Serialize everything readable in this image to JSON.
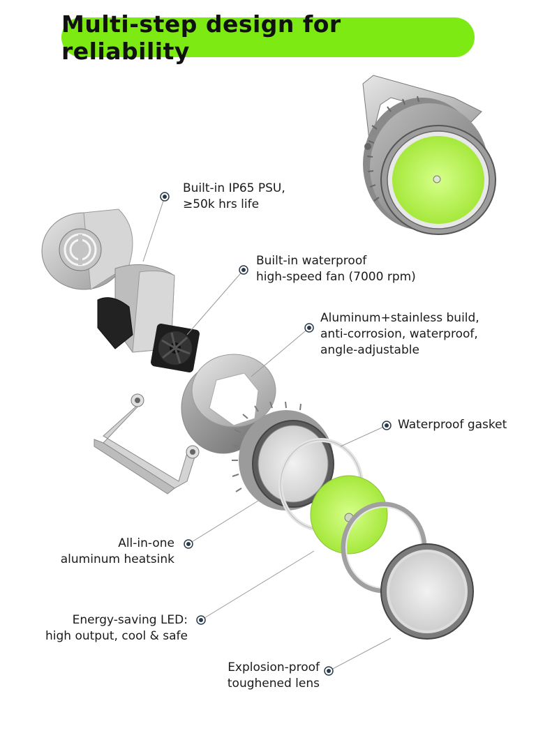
{
  "title": "Multi-step design for reliability",
  "colors": {
    "accent": "#7dea14",
    "led_face": "#b8f060",
    "metal": "#c8c8c8",
    "dot": "#2a3a4a"
  },
  "callouts": [
    {
      "id": "psu",
      "lines": [
        "Built-in IP65 PSU,",
        "≥50k hrs life"
      ]
    },
    {
      "id": "fan",
      "lines": [
        "Built-in waterproof",
        "high-speed fan (7000 rpm)"
      ]
    },
    {
      "id": "build",
      "lines": [
        "Aluminum+stainless build,",
        "anti-corrosion, waterproof,",
        "angle-adjustable"
      ]
    },
    {
      "id": "gasket",
      "lines": [
        "Waterproof gasket"
      ]
    },
    {
      "id": "heatsink",
      "lines": [
        "All-in-one",
        "aluminum heatsink"
      ]
    },
    {
      "id": "led",
      "lines": [
        "Energy-saving LED:",
        "high output, cool & safe"
      ]
    },
    {
      "id": "lens",
      "lines": [
        "Explosion-proof",
        "toughened lens"
      ]
    }
  ]
}
